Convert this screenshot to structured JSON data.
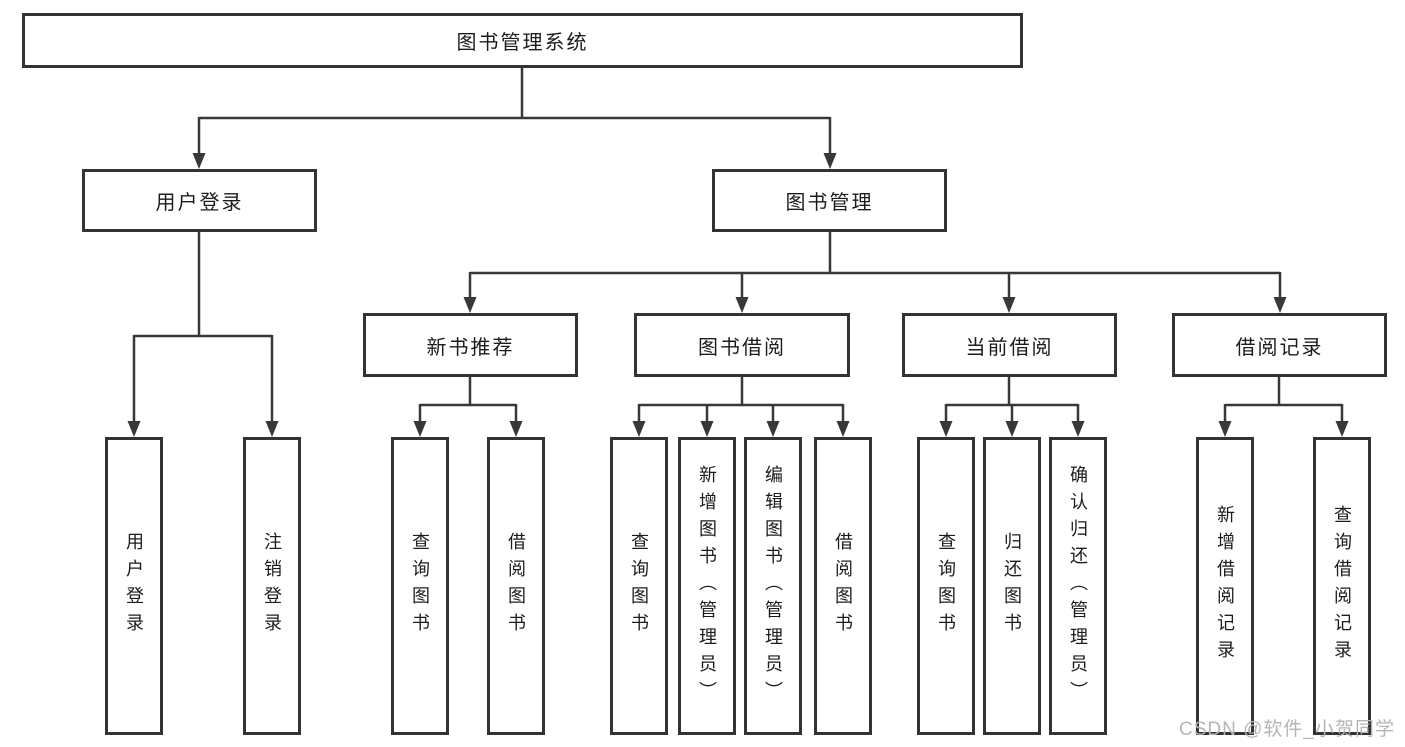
{
  "tree": {
    "label": "图书管理系统",
    "children": [
      {
        "label": "用户登录",
        "children": [
          {
            "label": "用户登录"
          },
          {
            "label": "注销登录"
          }
        ]
      },
      {
        "label": "图书管理",
        "children": [
          {
            "label": "新书推荐",
            "children": [
              {
                "label": "查询图书"
              },
              {
                "label": "借阅图书"
              }
            ]
          },
          {
            "label": "图书借阅",
            "children": [
              {
                "label": "查询图书"
              },
              {
                "label": "新增图书（管理员）"
              },
              {
                "label": "编辑图书（管理员）"
              },
              {
                "label": "借阅图书"
              }
            ]
          },
          {
            "label": "当前借阅",
            "children": [
              {
                "label": "查询图书"
              },
              {
                "label": "归还图书"
              },
              {
                "label": "确认归还（管理员）"
              }
            ]
          },
          {
            "label": "借阅记录",
            "children": [
              {
                "label": "新增借阅记录"
              },
              {
                "label": "查询借阅记录"
              }
            ]
          }
        ]
      }
    ]
  },
  "watermark": "CSDN @软件_小贺同学",
  "colors": {
    "line": "#383838",
    "box_border": "#333333",
    "text": "#1c1c1c",
    "watermark": "#b3b6b9",
    "background": "#ffffff"
  }
}
